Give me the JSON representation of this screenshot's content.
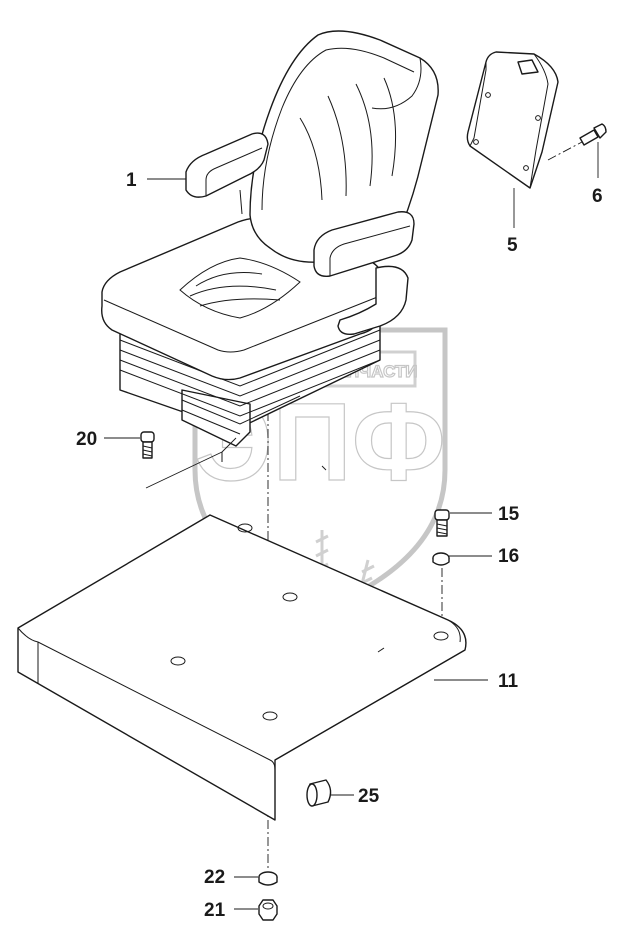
{
  "watermark": {
    "banner": "ТЕХНИКА И ЗАПЧАСТИ",
    "logo_letters": "ЭПФ"
  },
  "callouts": [
    {
      "id": "1",
      "label": "1"
    },
    {
      "id": "5",
      "label": "5"
    },
    {
      "id": "6",
      "label": "6"
    },
    {
      "id": "11",
      "label": "11"
    },
    {
      "id": "15",
      "label": "15"
    },
    {
      "id": "16",
      "label": "16"
    },
    {
      "id": "20",
      "label": "20"
    },
    {
      "id": "21",
      "label": "21"
    },
    {
      "id": "22",
      "label": "22"
    },
    {
      "id": "25",
      "label": "25"
    }
  ]
}
